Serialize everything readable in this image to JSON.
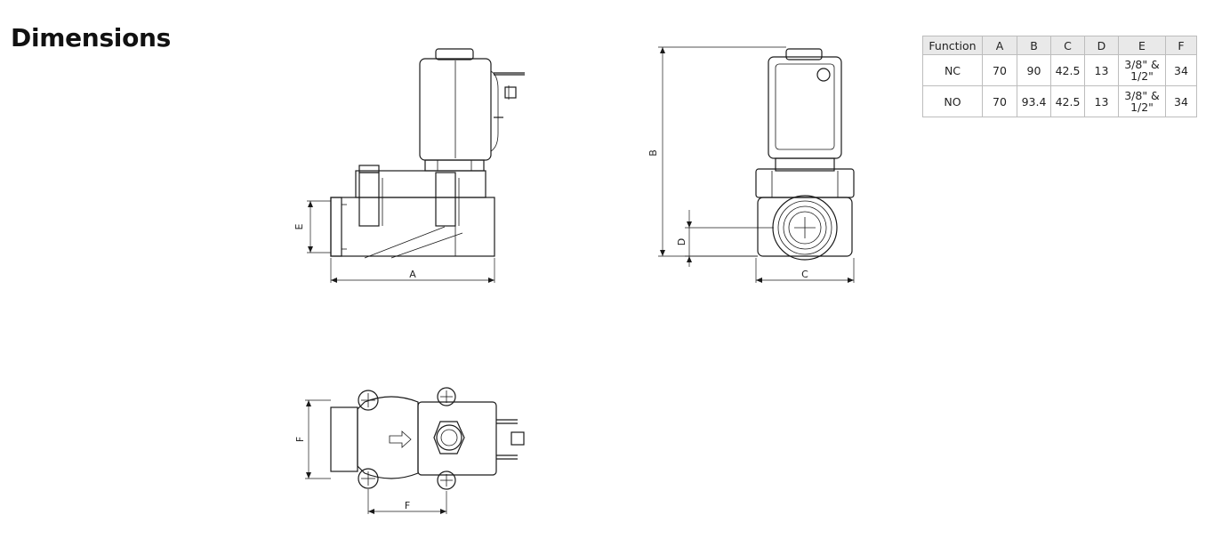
{
  "page": {
    "title": "Dimensions"
  },
  "table": {
    "headers": [
      "Function",
      "A",
      "B",
      "C",
      "D",
      "E",
      "F"
    ],
    "rows": [
      {
        "function": "NC",
        "a": "70",
        "b": "90",
        "c": "42.5",
        "d": "13",
        "e_line1": "3/8\" &",
        "e_line2": "1/2\"",
        "f": "34"
      },
      {
        "function": "NO",
        "a": "70",
        "b": "93.4",
        "c": "42.5",
        "d": "13",
        "e_line1": "3/8\" &",
        "e_line2": "1/2\"",
        "f": "34"
      }
    ]
  },
  "drawing": {
    "labels": {
      "a": "A",
      "b": "B",
      "c": "C",
      "d": "D",
      "e": "E",
      "f_side": "F",
      "f_bottom": "F"
    },
    "icons": {
      "flow": "flow-arrow-icon",
      "cross": "crosshair-icon"
    },
    "line_color": "#1a1a1a"
  }
}
